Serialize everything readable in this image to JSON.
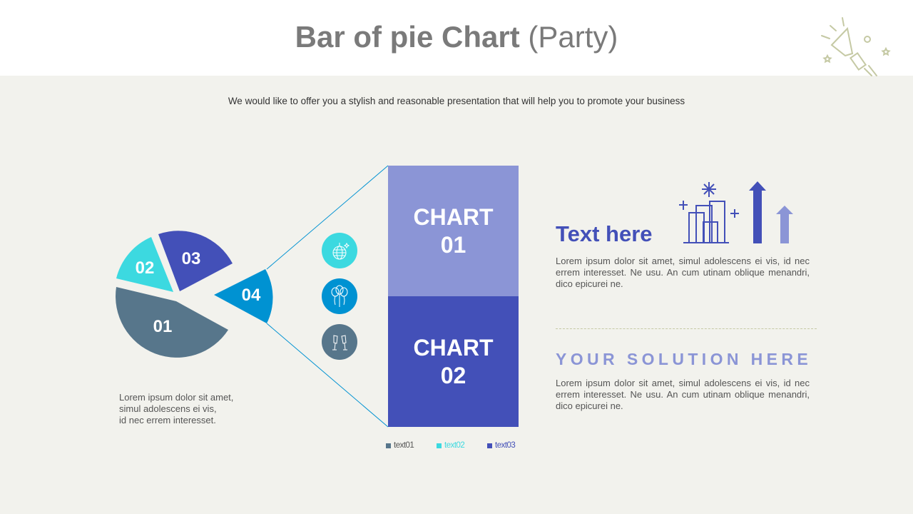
{
  "header": {
    "title_bold": "Bar of pie Chart",
    "title_light": "(Party)",
    "icon": "party-popper-icon"
  },
  "subtitle": "We would like to offer you a stylish and reasonable presentation that will help you to promote your business",
  "pie": {
    "slices": [
      {
        "label": "01",
        "color": "#57768b"
      },
      {
        "label": "02",
        "color": "#3cd9e0"
      },
      {
        "label": "03",
        "color": "#4350b8"
      },
      {
        "label": "04",
        "color": "#0092d2"
      }
    ]
  },
  "icons": [
    {
      "name": "disco-ball-icon",
      "color": "#3cd9e0"
    },
    {
      "name": "balloons-icon",
      "color": "#0092d2"
    },
    {
      "name": "champagne-glasses-icon",
      "color": "#57768b"
    }
  ],
  "bars": [
    {
      "label": "CHART\n01",
      "color": "#8b95d6"
    },
    {
      "label": "CHART\n02",
      "color": "#4350b8"
    }
  ],
  "legend": [
    {
      "label": "text01",
      "color": "#57768b"
    },
    {
      "label": "text02",
      "color": "#3cd9e0"
    },
    {
      "label": "text03",
      "color": "#4350b8"
    }
  ],
  "left_text": "Lorem ipsum dolor sit amet,\nsimul adolescens ei vis,\nid nec errem interesset.",
  "right": {
    "heading": "Text here",
    "para1": "Lorem ipsum dolor sit amet, simul adolescens ei vis, id nec errem interesset. Ne usu. An cum utinam oblique menandri, dico epicurei ne.",
    "solution": "YOUR SOLUTION HERE",
    "para2": "Lorem ipsum dolor sit amet, simul adolescens ei vis, id nec errem interesset. Ne usu. An cum utinam oblique menandri, dico epicurei ne.",
    "icons": [
      "city-fireworks-icon",
      "arrow-up-icon",
      "arrow-up-icon"
    ]
  }
}
